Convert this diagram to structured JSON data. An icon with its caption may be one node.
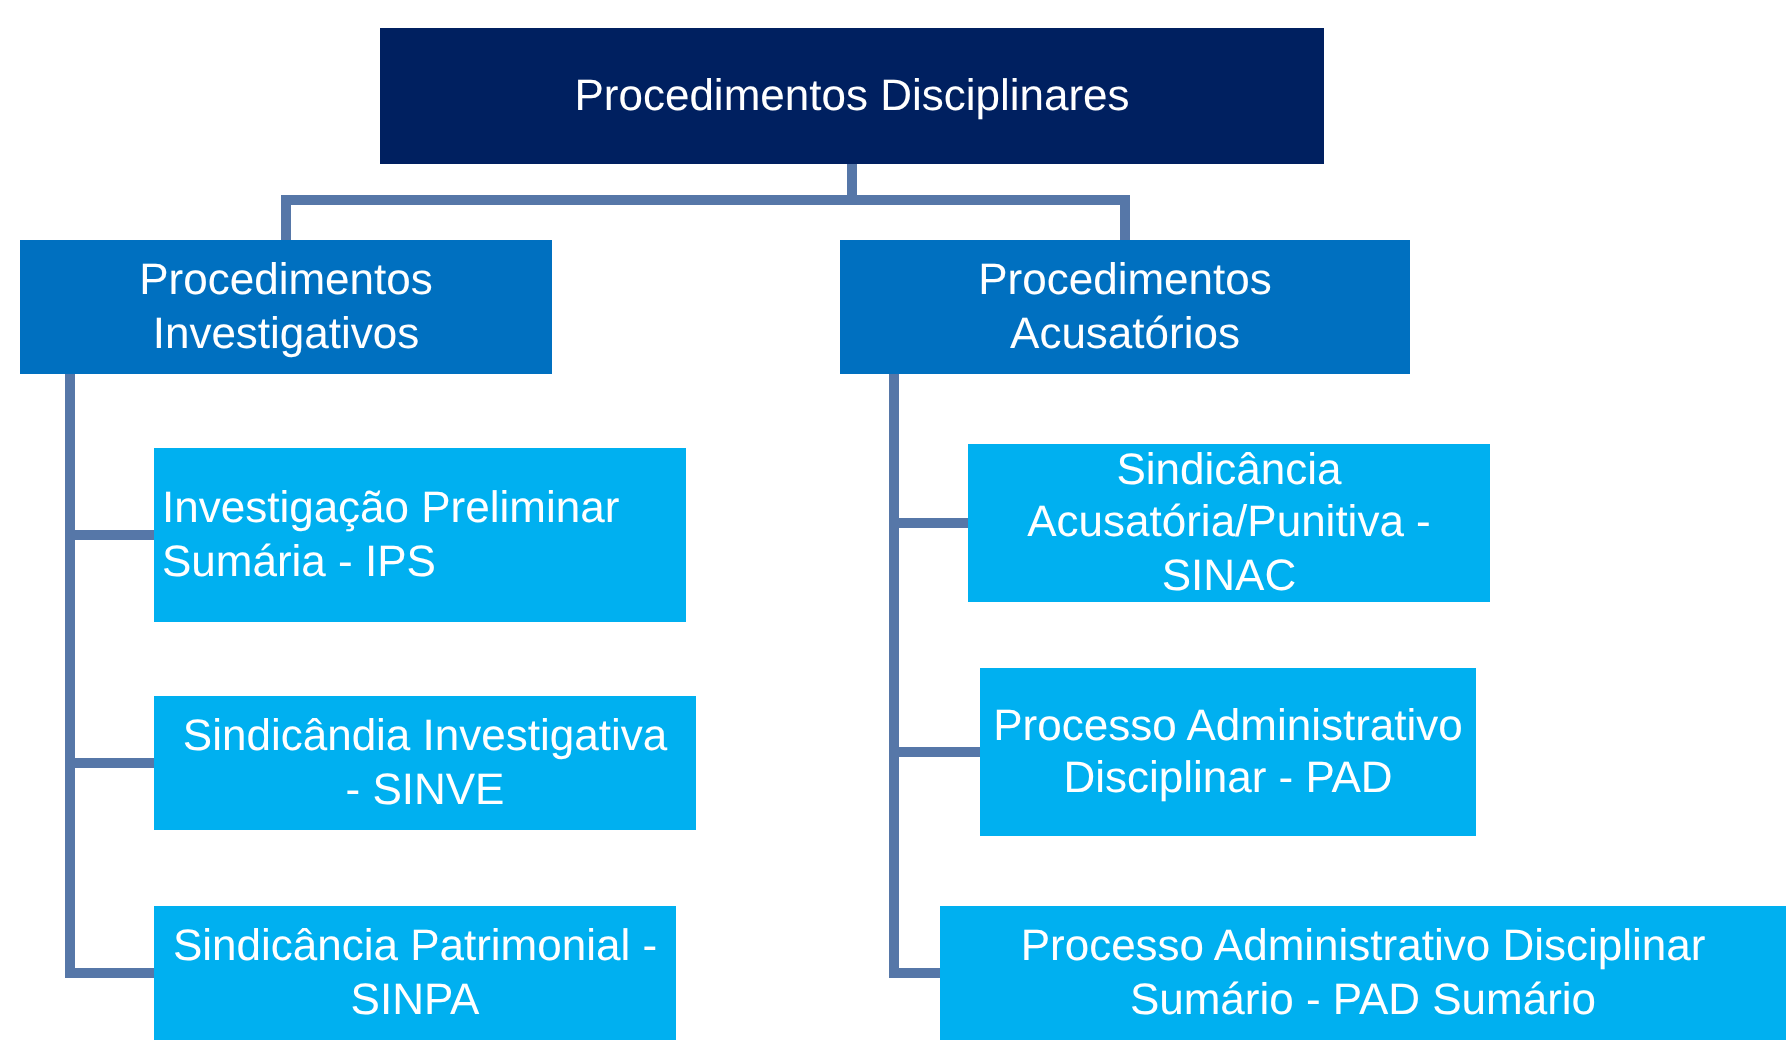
{
  "diagram": {
    "nodes": [
      {
        "text": [
          "Procedimentos Disciplinares"
        ]
      },
      {
        "text": [
          "Procedimentos Investigativos"
        ]
      },
      {
        "text": [
          "Procedimentos Acusatórios"
        ]
      },
      {
        "text": [
          "Investigação Preliminar Sumária - IPS"
        ]
      },
      {
        "text": [
          "Sindicândia Investigativa - SINVE"
        ]
      },
      {
        "text": [
          "Sindicância Patrimonial - SINPA"
        ]
      },
      {
        "text": [
          "Sindicância Acusatória/Punitiva - SINAC"
        ]
      },
      {
        "text": [
          "Processo Administrativo Disciplinar - PAD"
        ]
      },
      {
        "text": [
          "Processo Administrativo Disciplinar Sumário - PAD Sumário"
        ]
      }
    ],
    "edges": [
      {
        "from": 0,
        "to": 1,
        "arrow": "none"
      },
      {
        "from": 0,
        "to": 2,
        "arrow": "none"
      },
      {
        "from": 1,
        "to": 3,
        "arrow": "none"
      },
      {
        "from": 1,
        "to": 4,
        "arrow": "none"
      },
      {
        "from": 1,
        "to": 5,
        "arrow": "none"
      },
      {
        "from": 2,
        "to": 6,
        "arrow": "none"
      },
      {
        "from": 2,
        "to": 7,
        "arrow": "none"
      },
      {
        "from": 2,
        "to": 8,
        "arrow": "none"
      }
    ]
  }
}
